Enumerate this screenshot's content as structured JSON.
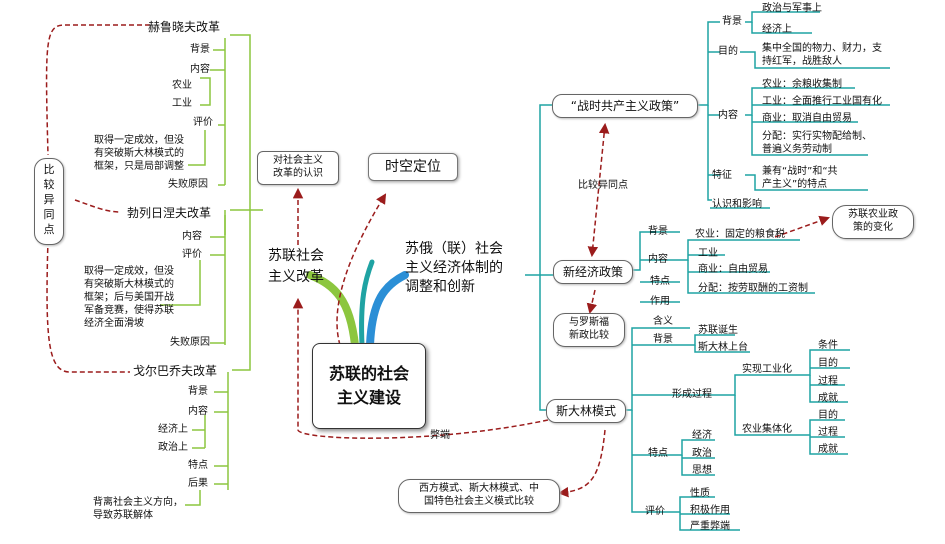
{
  "center": "苏联的社会\n主义建设",
  "branch_reform": "苏联社会\n主义改革",
  "branch_socialist": "苏俄（联）社会\n主义经济体制的\n调整和创新",
  "timeplace": "时空定位",
  "understanding": "对社会主义\n改革的认识",
  "compare_vertical": "比\n较\n异\n同\n点",
  "khrushchev": {
    "title": "赫鲁晓夫改革",
    "bg": "背景",
    "content": "内容",
    "agri": "农业",
    "industry": "工业",
    "eval": "评价",
    "eval_text": "取得一定成效，但没\n有突破斯大林模式的\n框架，只是局部调整",
    "fail": "失败原因"
  },
  "brezhnev": {
    "title": "勃列日涅夫改革",
    "content": "内容",
    "eval": "评价",
    "eval_text": "取得一定成效，但没\n有突破斯大林模式的\n框架；后与美国开战\n军备竞赛，使得苏联\n经济全面滑坡",
    "fail": "失败原因"
  },
  "gorbachev": {
    "title": "戈尔巴乔夫改革",
    "bg": "背景",
    "content": "内容",
    "econ": "经济上",
    "politics": "政治上",
    "features": "特点",
    "result": "后果",
    "result_text": "背离社会主义方向，\n导致苏联解体"
  },
  "war_comm": {
    "title": "“战时共产主义政策”",
    "bg": "背景",
    "bg1": "政治与军事上",
    "bg2": "经济上",
    "aim": "目的",
    "aim_text": "集中全国的物力、财力，支\n持红军，战胜敌人",
    "content": "内容",
    "c1": "农业：余粮收集制",
    "c2": "工业：全面推行工业国有化",
    "c3": "商业：取消自由贸易",
    "c4": "分配：实行实物配给制、\n普遍义务劳动制",
    "feature": "特征",
    "feature_text": "兼有“战时”和“共\n产主义”的特点",
    "view": "认识和影响"
  },
  "compare_label": "比较异同点",
  "nep": {
    "title": "新经济政策",
    "bg": "背景",
    "content": "内容",
    "c1": "农业：固定的粮食税",
    "c2": "工业",
    "c3": "商业：自由贸易",
    "c4": "分配：按劳取酬的工资制",
    "features": "特点",
    "role": "作用",
    "farm_change": "苏联农业政\n策的变化"
  },
  "roosevelt": "与罗斯福\n新政比较",
  "stalin": {
    "title": "斯大林模式",
    "meaning": "含义",
    "bg": "背景",
    "bg1": "苏联诞生",
    "bg2": "斯大林上台",
    "formation": "形成过程",
    "industrialization": "实现工业化",
    "collectivization": "农业集体化",
    "cond": "条件",
    "purpose": "目的",
    "process": "过程",
    "achievement": "成就",
    "features": "特点",
    "f1": "经济",
    "f2": "政治",
    "f3": "思想",
    "eval": "评价",
    "e1": "性质",
    "e2": "积极作用",
    "e3": "严重弊端"
  },
  "drawbacks": "弊端",
  "models_compare": "西方模式、斯大林模式、中\n国特色社会主义模式比较",
  "colors": {
    "green": "#8cc63f",
    "red": "#9b1c1c",
    "teal": "#1fa3a3",
    "blue": "#2b8fd6"
  }
}
